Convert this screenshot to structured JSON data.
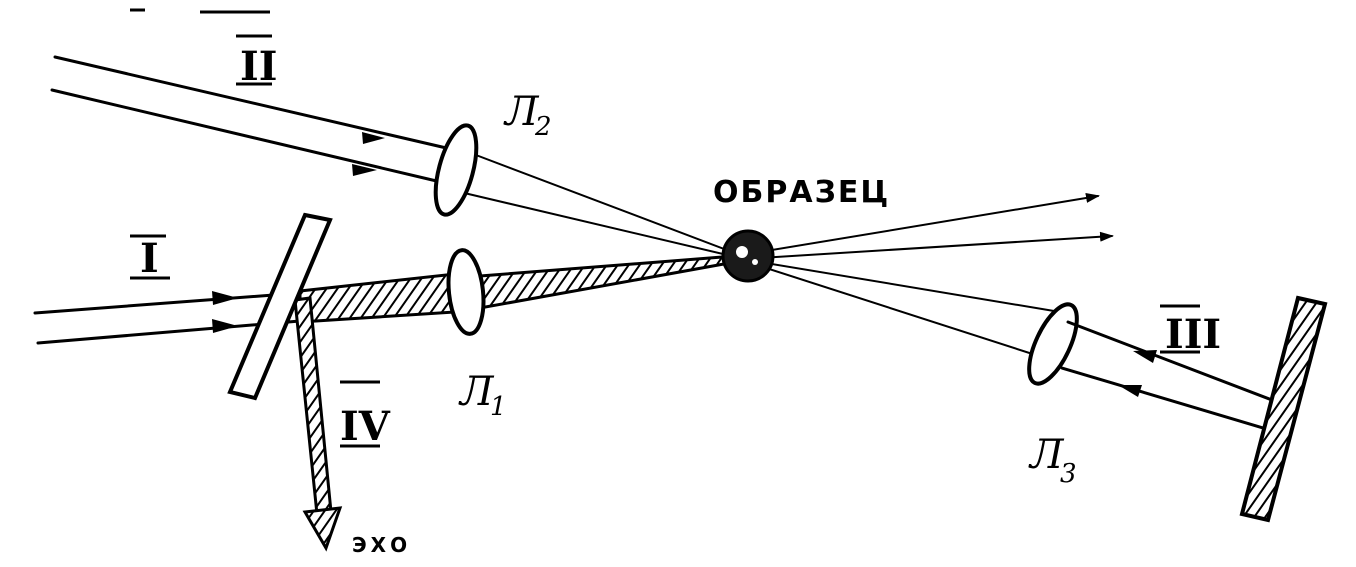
{
  "labels": {
    "beam_I": "I",
    "beam_II": "II",
    "beam_III": "III",
    "beam_IV": "IV",
    "lens_1": "Л",
    "lens_1_sub": "1",
    "lens_2": "Л",
    "lens_2_sub": "2",
    "lens_3": "Л",
    "lens_3_sub": "3",
    "sample": "ОБРАЗЕЦ",
    "echo": "ЭХО"
  },
  "colors": {
    "ink": "#000000",
    "paper": "#ffffff"
  }
}
